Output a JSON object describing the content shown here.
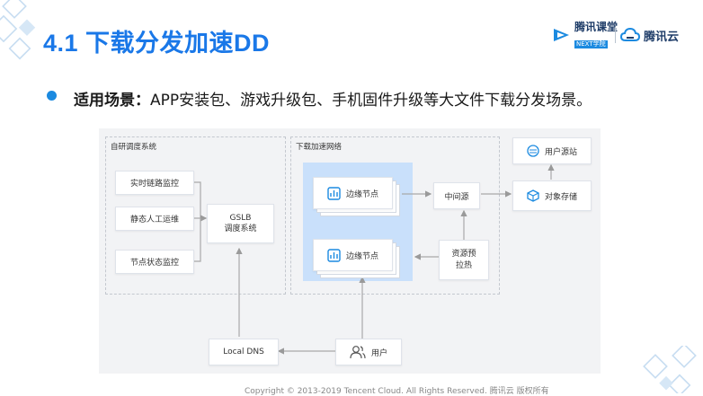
{
  "title": "4.1 下载分发加速DD",
  "logos": {
    "ketang_line1": "腾讯课堂",
    "ketang_line2": "NEXT学院",
    "cloud": "腾讯云"
  },
  "bullet": {
    "key": "适用场景",
    "sep": "：",
    "text": "APP安装包、游戏升级包、手机固件升级等大文件下载分发场景。"
  },
  "diagram": {
    "group_scheduling": "自研调度系统",
    "group_network": "下载加速网络",
    "monitor_1": "实时链路监控",
    "monitor_2": "静态人工运维",
    "monitor_3": "节点状态监控",
    "gslb_line1": "GSLB",
    "gslb_line2": "调度系统",
    "edge_1": "边缘节点",
    "edge_2": "边缘节点",
    "middle": "中间源",
    "prefetch_line1": "资源预",
    "prefetch_line2": "拉热",
    "origin": "用户源站",
    "storage": "对象存储",
    "local_dns": "Local DNS",
    "user": "用户"
  },
  "colors": {
    "title": "#1a78e8",
    "accent": "#1b8ae0",
    "edge_zone": "#c9e0fb",
    "line": "#a9a9a9"
  },
  "footer": "Copyright © 2013-2019 Tencent Cloud. All Rights Reserved. 腾讯云 版权所有"
}
